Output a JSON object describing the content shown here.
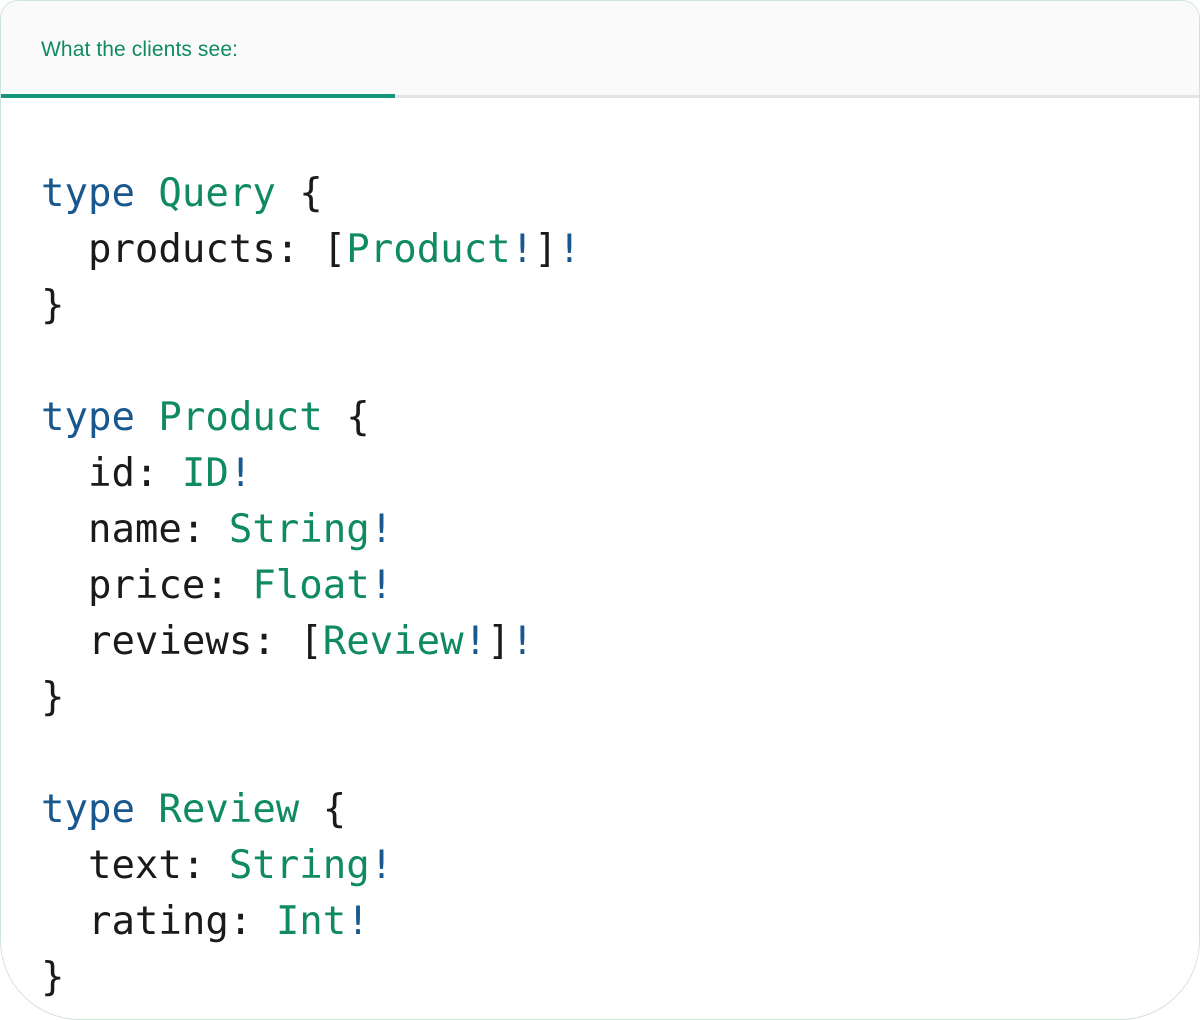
{
  "card": {
    "header": {
      "tab_label": "What the clients see:",
      "accent_color": "#13967a",
      "label_color": "#0f8a62",
      "background": "#fbfafb",
      "rule_color": "#e4e4e4"
    },
    "code_block": {
      "language": "graphql",
      "colors": {
        "keyword": "#19578f",
        "type_name": "#0f8a62",
        "punctuation": "#1a1a1a",
        "non_null_bang": "#19578f",
        "background": "#ffffff"
      },
      "raw_text": "type Query {\n  products: [Product!]!\n}\n\ntype Product {\n  id: ID!\n  name: String!\n  price: Float!\n  reviews: [Review!]!\n}\n\ntype Review {\n  text: String!\n  rating: Int!\n}",
      "lines": [
        {
          "id": "l1",
          "tokens": [
            {
              "t": "type",
              "k": "kw"
            },
            {
              "t": " ",
              "k": "plain"
            },
            {
              "t": "Query",
              "k": "type"
            },
            {
              "t": " {",
              "k": "plain"
            }
          ]
        },
        {
          "id": "l2",
          "tokens": [
            {
              "t": "  products: [",
              "k": "plain"
            },
            {
              "t": "Product",
              "k": "type"
            },
            {
              "t": "!",
              "k": "bang"
            },
            {
              "t": "]",
              "k": "plain"
            },
            {
              "t": "!",
              "k": "bang"
            }
          ]
        },
        {
          "id": "l3",
          "tokens": [
            {
              "t": "}",
              "k": "plain"
            }
          ]
        },
        {
          "id": "l4",
          "tokens": [
            {
              "t": " ",
              "k": "plain"
            }
          ]
        },
        {
          "id": "l5",
          "tokens": [
            {
              "t": "type",
              "k": "kw"
            },
            {
              "t": " ",
              "k": "plain"
            },
            {
              "t": "Product",
              "k": "type"
            },
            {
              "t": " {",
              "k": "plain"
            }
          ]
        },
        {
          "id": "l6",
          "tokens": [
            {
              "t": "  id: ",
              "k": "plain"
            },
            {
              "t": "ID",
              "k": "type"
            },
            {
              "t": "!",
              "k": "bang"
            }
          ]
        },
        {
          "id": "l7",
          "tokens": [
            {
              "t": "  name: ",
              "k": "plain"
            },
            {
              "t": "String",
              "k": "type"
            },
            {
              "t": "!",
              "k": "bang"
            }
          ]
        },
        {
          "id": "l8",
          "tokens": [
            {
              "t": "  price: ",
              "k": "plain"
            },
            {
              "t": "Float",
              "k": "type"
            },
            {
              "t": "!",
              "k": "bang"
            }
          ]
        },
        {
          "id": "l9",
          "tokens": [
            {
              "t": "  reviews: [",
              "k": "plain"
            },
            {
              "t": "Review",
              "k": "type"
            },
            {
              "t": "!",
              "k": "bang"
            },
            {
              "t": "]",
              "k": "plain"
            },
            {
              "t": "!",
              "k": "bang"
            }
          ]
        },
        {
          "id": "l10",
          "tokens": [
            {
              "t": "}",
              "k": "plain"
            }
          ]
        },
        {
          "id": "l11",
          "tokens": [
            {
              "t": " ",
              "k": "plain"
            }
          ]
        },
        {
          "id": "l12",
          "tokens": [
            {
              "t": "type",
              "k": "kw"
            },
            {
              "t": " ",
              "k": "plain"
            },
            {
              "t": "Review",
              "k": "type"
            },
            {
              "t": " {",
              "k": "plain"
            }
          ]
        },
        {
          "id": "l13",
          "tokens": [
            {
              "t": "  text: ",
              "k": "plain"
            },
            {
              "t": "String",
              "k": "type"
            },
            {
              "t": "!",
              "k": "bang"
            }
          ]
        },
        {
          "id": "l14",
          "tokens": [
            {
              "t": "  rating: ",
              "k": "plain"
            },
            {
              "t": "Int",
              "k": "type"
            },
            {
              "t": "!",
              "k": "bang"
            }
          ]
        },
        {
          "id": "l15",
          "tokens": [
            {
              "t": "}",
              "k": "plain"
            }
          ]
        }
      ]
    }
  }
}
